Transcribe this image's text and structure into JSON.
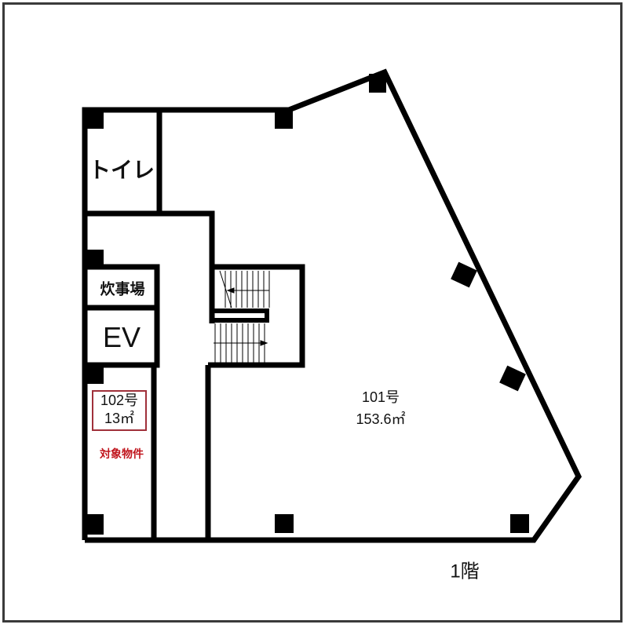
{
  "rooms": {
    "toilet": "トイレ",
    "kitchen": "炊事場",
    "elevator": "EV",
    "unit102": {
      "number": "102号",
      "area": "13㎡",
      "note": "対象物件"
    },
    "unit101": {
      "number": "101号",
      "area": "153.6㎡"
    }
  },
  "floor_label": "1階",
  "colors": {
    "wall": "#000000",
    "highlight_border": "#a0303a",
    "note_text": "#c0141c"
  }
}
